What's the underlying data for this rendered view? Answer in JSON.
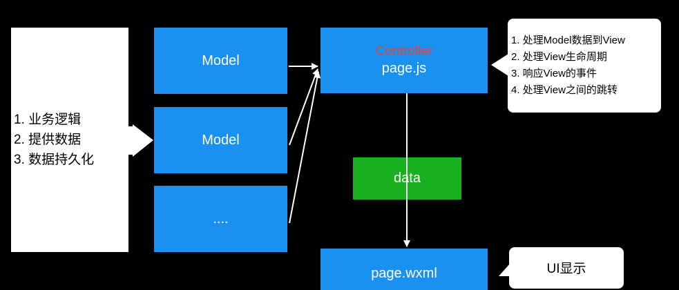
{
  "left_panel": {
    "items": [
      "1. 业务逻辑",
      "2. 提供数据",
      "3. 数据持久化"
    ]
  },
  "models": [
    "Model",
    "Model",
    "...."
  ],
  "controller": {
    "title": "Controller",
    "file": "page.js"
  },
  "controller_callout": {
    "items": [
      "1.  处理Model数据到View",
      "2.  处理View生命周期",
      "3.  响应View的事件",
      "4.  处理View之间的跳转"
    ]
  },
  "data_box": {
    "label": "data"
  },
  "view": {
    "file": "page.wxml"
  },
  "view_callout": {
    "label": "UI显示"
  },
  "colors": {
    "background": "#000000",
    "box_blue": "#1a90f0",
    "box_green": "#19b020",
    "controller_title": "#e8453c",
    "panel_white": "#ffffff"
  }
}
